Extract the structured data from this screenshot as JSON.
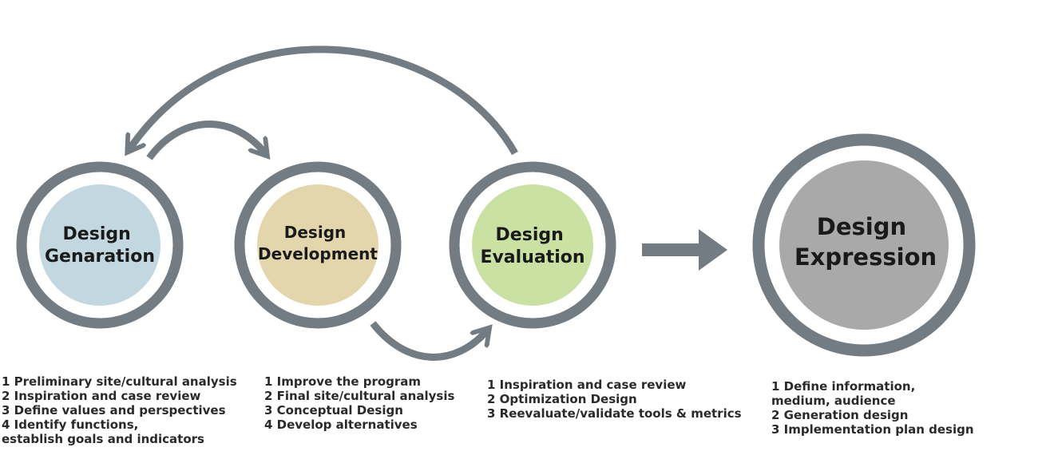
{
  "nodes": [
    {
      "id": "generation",
      "lines": [
        "Design",
        "Genaration"
      ],
      "fill": "#c3d7e1"
    },
    {
      "id": "development",
      "lines": [
        "Design",
        "Development"
      ],
      "fill": "#e3d6ac"
    },
    {
      "id": "evaluation",
      "lines": [
        "Design",
        "Evaluation"
      ],
      "fill": "#c9e2a4"
    },
    {
      "id": "expression",
      "lines": [
        "Design",
        "Expression"
      ],
      "fill": "#a9a9a9"
    }
  ],
  "ring_color": "#727c82",
  "lists": {
    "generation": [
      "1 Preliminary site/cultural analysis",
      "2 Inspiration and case review",
      "3 Define values and perspectives",
      "4 Identify functions,",
      "establish goals and indicators"
    ],
    "development": [
      "1 Improve the program",
      "2 Final site/cultural analysis",
      "3 Conceptual Design",
      "4 Develop alternatives"
    ],
    "evaluation": [
      "1 Inspiration and case review",
      "2 Optimization Design",
      "3 Reevaluate/validate tools & metrics"
    ],
    "expression": [
      "1 Define information,",
      "medium, audience",
      "2 Generation design",
      "3 Implementation plan design"
    ]
  }
}
